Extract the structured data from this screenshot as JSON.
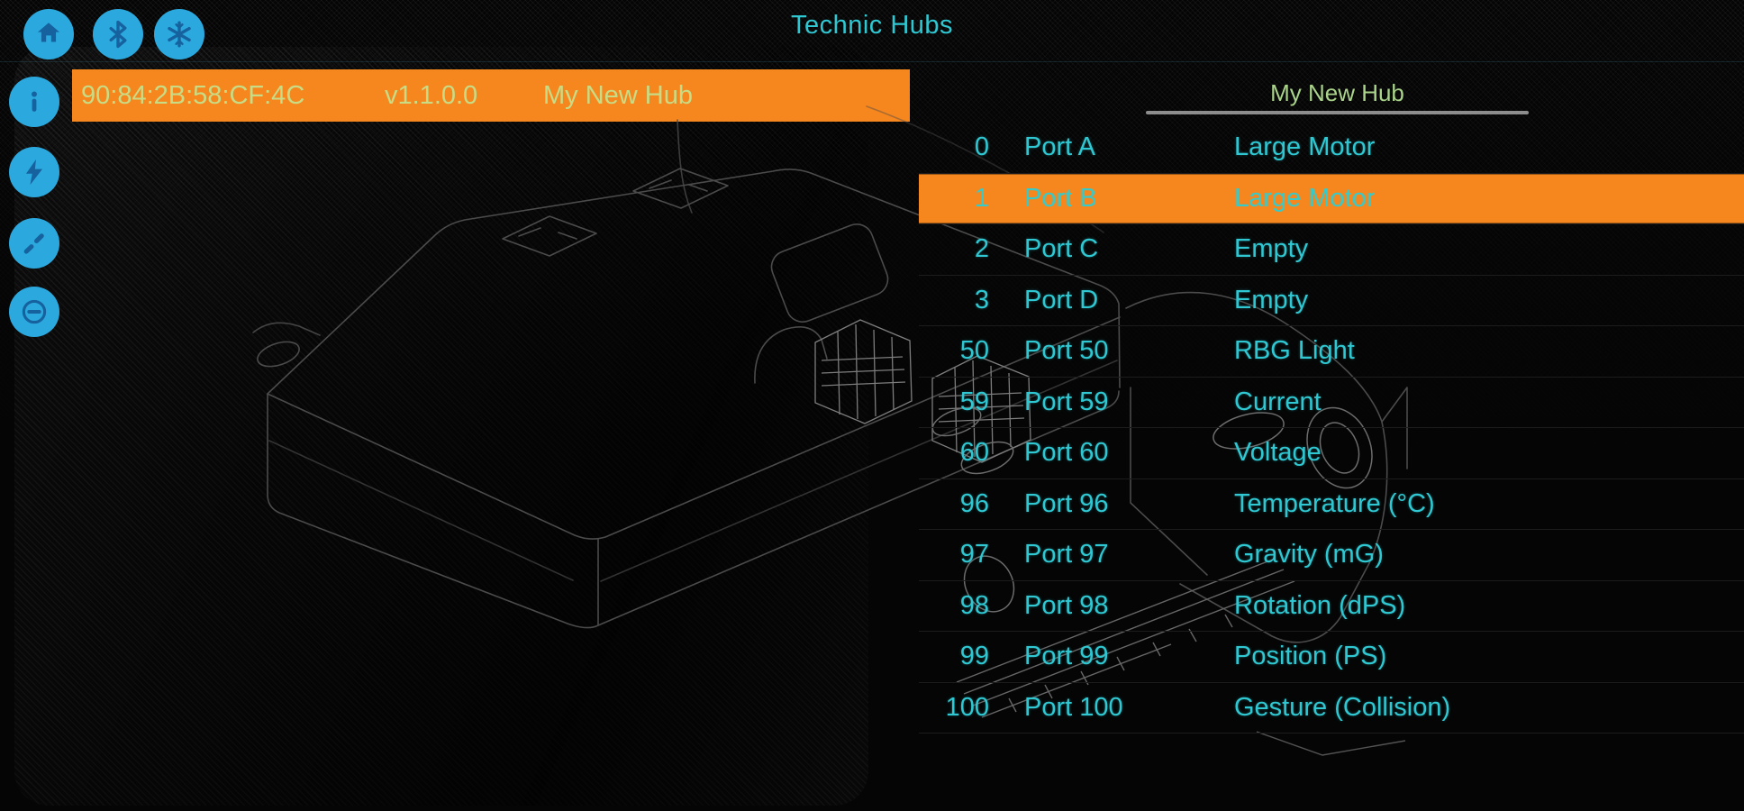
{
  "app": {
    "title": "Technic Hubs"
  },
  "toolbar": {
    "icons": [
      {
        "name": "home-icon"
      },
      {
        "name": "bluetooth-icon"
      },
      {
        "name": "snowflake-icon"
      }
    ]
  },
  "sidebar": {
    "icons": [
      {
        "name": "info-icon"
      },
      {
        "name": "lightning-icon"
      },
      {
        "name": "disconnect-icon"
      },
      {
        "name": "minus-circle-icon"
      }
    ]
  },
  "hub_bar": {
    "mac": "90:84:2B:58:CF:4C",
    "version": "v1.1.0.0",
    "name": "My New Hub"
  },
  "port_list": {
    "header": "My New Hub",
    "rows": [
      {
        "id": "0",
        "port": "Port A",
        "value": "Large Motor",
        "selected": false
      },
      {
        "id": "1",
        "port": "Port B",
        "value": "Large Motor",
        "selected": true
      },
      {
        "id": "2",
        "port": "Port C",
        "value": "Empty",
        "selected": false
      },
      {
        "id": "3",
        "port": "Port D",
        "value": "Empty",
        "selected": false
      },
      {
        "id": "50",
        "port": "Port 50",
        "value": "RBG Light",
        "selected": false
      },
      {
        "id": "59",
        "port": "Port 59",
        "value": "Current",
        "selected": false
      },
      {
        "id": "60",
        "port": "Port 60",
        "value": "Voltage",
        "selected": false
      },
      {
        "id": "96",
        "port": "Port 96",
        "value": "Temperature (°C)",
        "selected": false
      },
      {
        "id": "97",
        "port": "Port 97",
        "value": "Gravity (mG)",
        "selected": false
      },
      {
        "id": "98",
        "port": "Port 98",
        "value": "Rotation (dPS)",
        "selected": false
      },
      {
        "id": "99",
        "port": "Port 99",
        "value": "Position (PS)",
        "selected": false
      },
      {
        "id": "100",
        "port": "Port 100",
        "value": "Gesture (Collision)",
        "selected": false
      }
    ]
  },
  "colors": {
    "background": "#050505",
    "accent_orange": "#F6861E",
    "cyan_text": "#2FC8D2",
    "khaki_text": "#C8DC85",
    "header_green": "#A9D489",
    "icon_circle_blue": "#2BA9DF",
    "icon_glyph_blue": "#16629E",
    "underline_gray": "#8d8d8d",
    "wireframe_gray": "#4b4b4b"
  }
}
